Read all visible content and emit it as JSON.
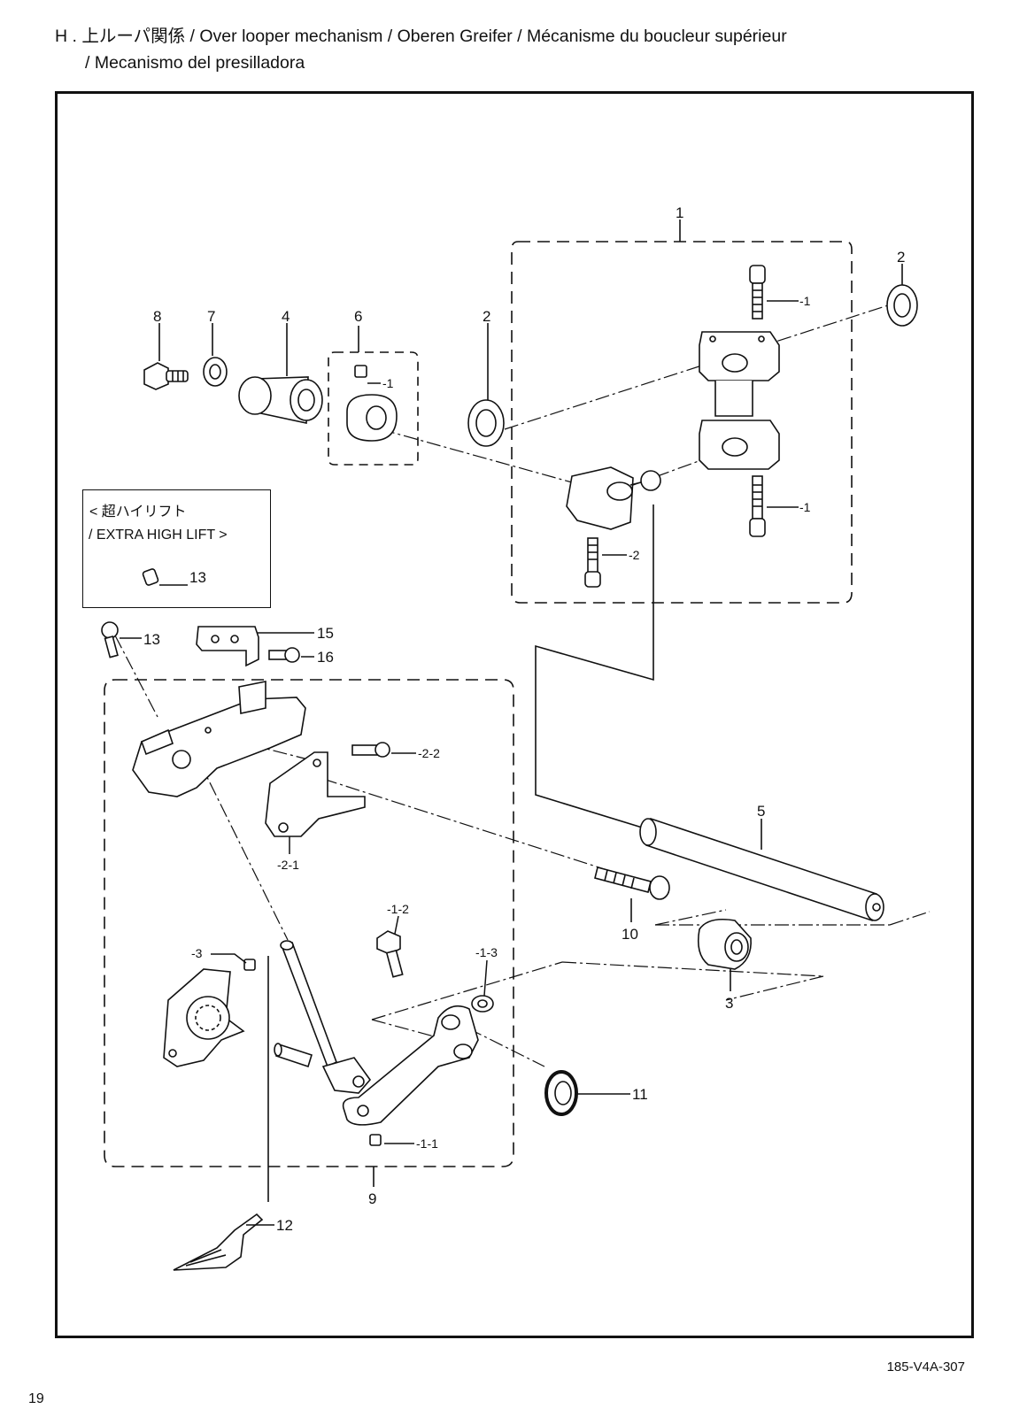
{
  "header": {
    "title_line1": "H . 上ルーパ関係 / Over looper mechanism / Oberen Greifer / Mécanisme du boucleur supérieur",
    "title_line2": "/ Mecanismo del presilladora"
  },
  "extra_box": {
    "line1": "< 超ハイリフト",
    "line2": "/ EXTRA HIGH LIFT >",
    "part": "13"
  },
  "labels": {
    "p1": "1",
    "p2a": "2",
    "p2b": "2",
    "p3": "3",
    "p4": "4",
    "p5": "5",
    "p6": "6",
    "p7": "7",
    "p8": "8",
    "p9": "9",
    "p10": "10",
    "p11": "11",
    "p12": "12",
    "p13": "13",
    "p15": "15",
    "p16": "16",
    "s1_top": "-1",
    "s1_bot": "-1",
    "s2": "-2",
    "s6_1": "-1",
    "s9_2_2": "-2-2",
    "s9_2_1": "-2-1",
    "s9_1_2": "-1-2",
    "s9_1_3": "-1-3",
    "s9_1_1": "-1-1",
    "s9_3": "-3"
  },
  "footer": {
    "code": "185-V4A-307",
    "page": "19"
  }
}
